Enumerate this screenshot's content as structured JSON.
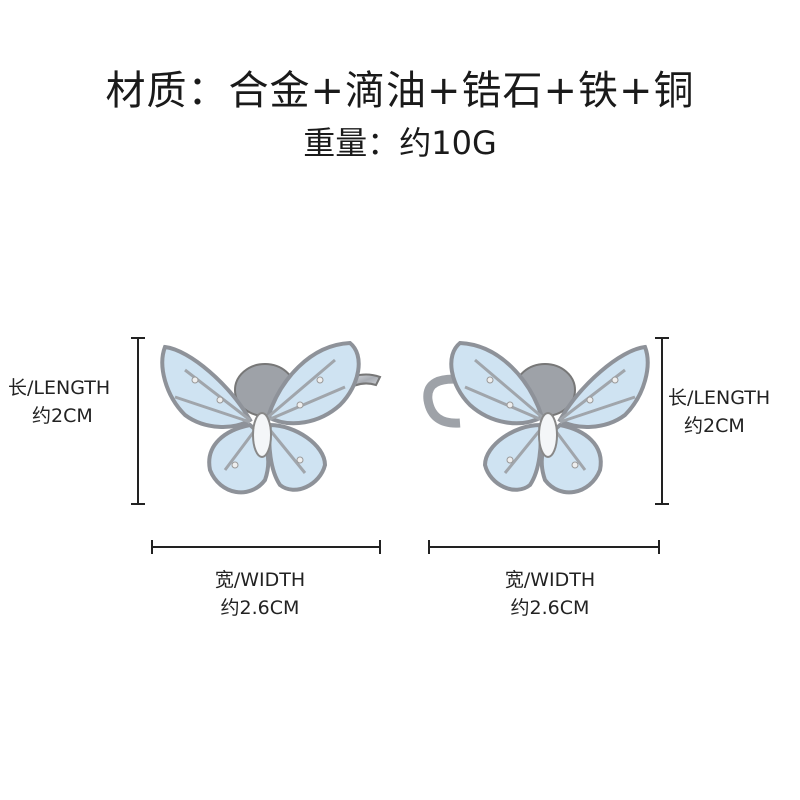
{
  "header": {
    "material_line": "材质：合金+滴油+锆石+铁+铜",
    "weight_line": "重量：约10G"
  },
  "left_earring": {
    "length_label": "长/LENGTH",
    "length_value": "约2CM",
    "width_label": "宽/WIDTH",
    "width_value": "约2.6CM"
  },
  "right_earring": {
    "length_label": "长/LENGTH",
    "length_value": "约2CM",
    "width_label": "宽/WIDTH",
    "width_value": "约2.6CM"
  },
  "colors": {
    "enamel": "#cfe3f2",
    "silver": "#b9bcc2",
    "outline": "#8e9299"
  }
}
